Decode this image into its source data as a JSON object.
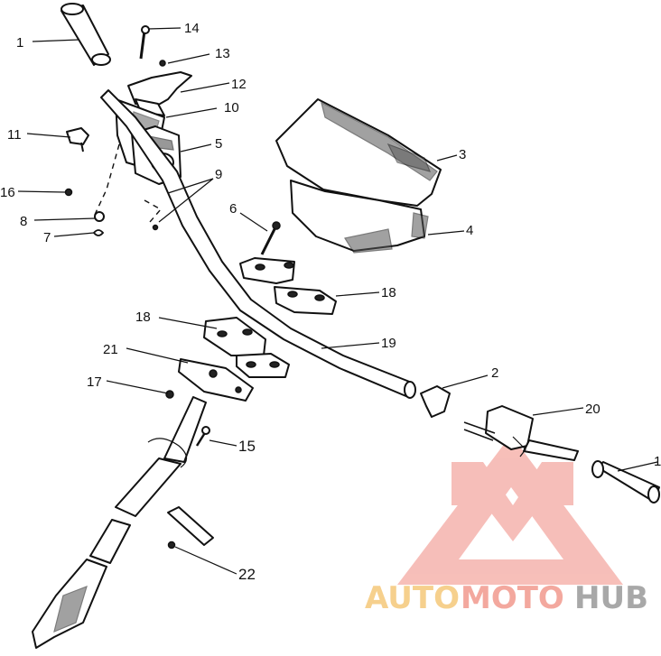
{
  "diagram": {
    "callouts": [
      {
        "id": "c1a",
        "text": "1"
      },
      {
        "id": "c14",
        "text": "14"
      },
      {
        "id": "c13",
        "text": "13"
      },
      {
        "id": "c12",
        "text": "12"
      },
      {
        "id": "c11",
        "text": "11"
      },
      {
        "id": "c10",
        "text": "10"
      },
      {
        "id": "c5",
        "text": "5"
      },
      {
        "id": "c9",
        "text": "9"
      },
      {
        "id": "c16",
        "text": "16"
      },
      {
        "id": "c8",
        "text": "8"
      },
      {
        "id": "c7",
        "text": "7"
      },
      {
        "id": "c6",
        "text": "6"
      },
      {
        "id": "c3",
        "text": "3"
      },
      {
        "id": "c4",
        "text": "4"
      },
      {
        "id": "c18a",
        "text": "18"
      },
      {
        "id": "c18b",
        "text": "18"
      },
      {
        "id": "c21",
        "text": "21"
      },
      {
        "id": "c19",
        "text": "19"
      },
      {
        "id": "c17",
        "text": "17"
      },
      {
        "id": "c2",
        "text": "2"
      },
      {
        "id": "c20",
        "text": "20"
      },
      {
        "id": "c15",
        "text": "15"
      },
      {
        "id": "c1b",
        "text": "1"
      },
      {
        "id": "c22",
        "text": "22"
      }
    ]
  },
  "watermark": {
    "part1": "AUTO",
    "part2": "MOTO",
    "part3": "HUB",
    "color_auto": "#f5c87a",
    "color_moto": "#f29a8e",
    "color_hub": "#9a9a9a",
    "logo_color": "#f08a80"
  }
}
